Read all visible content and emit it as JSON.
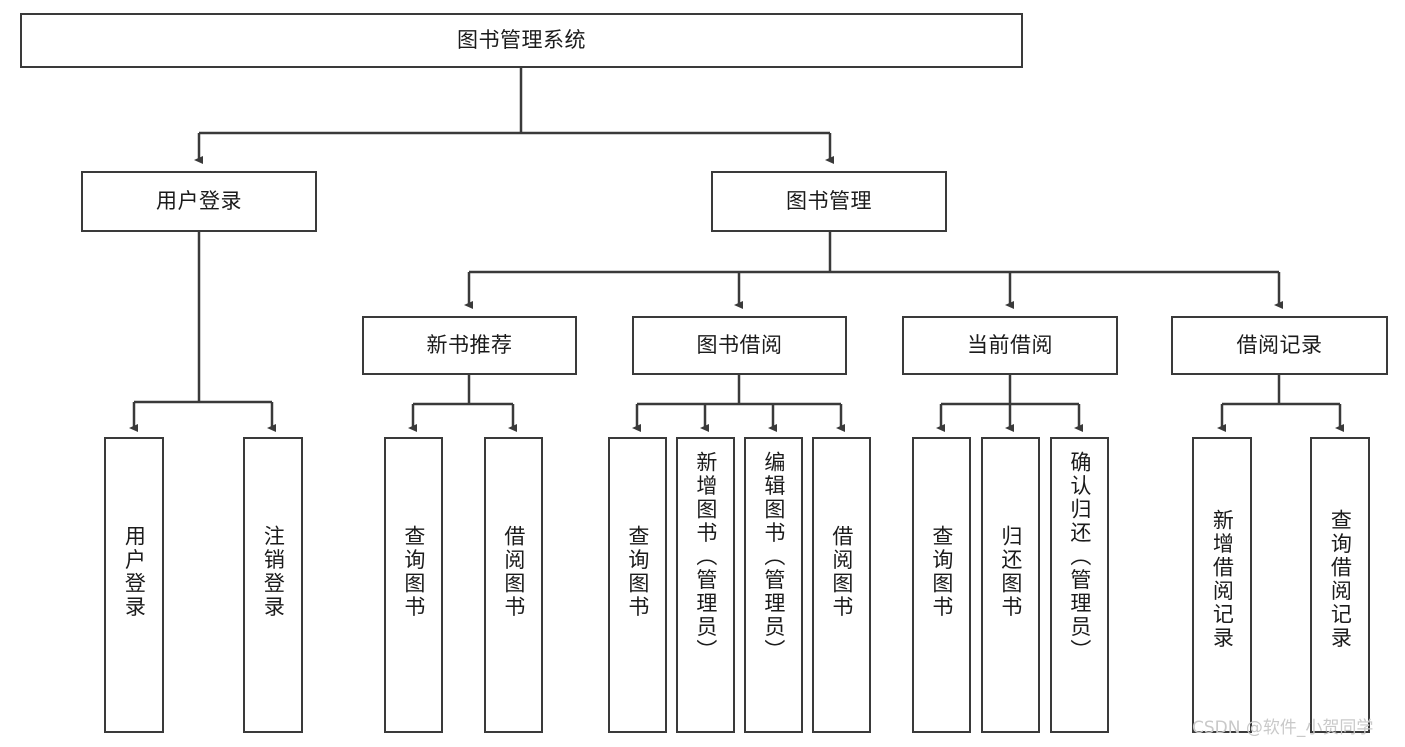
{
  "diagram": {
    "title_node": {
      "label": "图书管理系统"
    },
    "level2": [
      {
        "label": "用户登录"
      },
      {
        "label": "图书管理"
      }
    ],
    "level3": [
      {
        "label": "新书推荐"
      },
      {
        "label": "图书借阅"
      },
      {
        "label": "当前借阅"
      },
      {
        "label": "借阅记录"
      }
    ],
    "leaves": {
      "user_login": [
        {
          "label": "用户登录"
        },
        {
          "label": "注销登录"
        }
      ],
      "new_book_recommend": [
        {
          "label": "查询图书"
        },
        {
          "label": "借阅图书"
        }
      ],
      "book_borrow": [
        {
          "label": "查询图书"
        },
        {
          "label": "新增图书（管理员）"
        },
        {
          "label": "编辑图书（管理员）"
        },
        {
          "label": "借阅图书"
        }
      ],
      "current_borrow": [
        {
          "label": "查询图书"
        },
        {
          "label": "归还图书"
        },
        {
          "label": "确认归还（管理员）"
        }
      ],
      "borrow_record": [
        {
          "label": "新增借阅记录"
        },
        {
          "label": "查询借阅记录"
        }
      ]
    }
  },
  "watermark": {
    "text": "CSDN @软件_小贺同学"
  },
  "colors": {
    "border": "#3a3a3a",
    "background": "#ffffff",
    "text": "#1b1b1b",
    "watermark": "#c9c9c9"
  }
}
